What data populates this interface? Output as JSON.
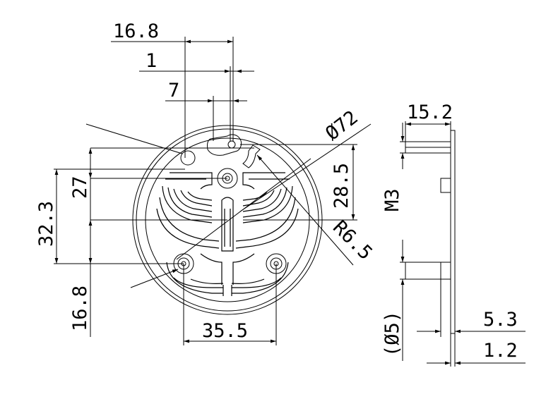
{
  "drawing": {
    "front_view": {
      "dimensions": {
        "top_width": "16.8",
        "slot_offset": "1",
        "hole_offset": "7",
        "diameter": "Ø72",
        "left_height": "27",
        "right_height": "28.5",
        "left_total_height": "32.3",
        "radius": "R6.5",
        "lower_height": "16.8",
        "bottom_width": "35.5"
      }
    },
    "side_view": {
      "dimensions": {
        "top_width": "15.2",
        "thread": "M3",
        "standoff_dia": "(Ø5)",
        "thickness_total": "5.3",
        "plate_thickness": "1.2"
      }
    }
  }
}
